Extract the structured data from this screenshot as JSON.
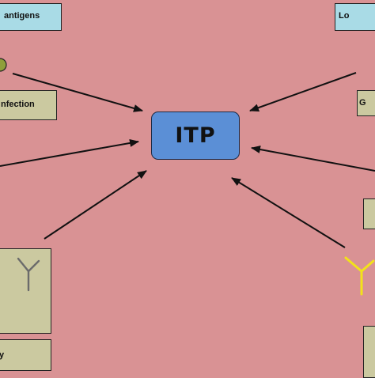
{
  "center": {
    "label": "ITP"
  },
  "boxes": {
    "top_left": "antigens",
    "top_right": "Lo",
    "mid_left": "nfection",
    "mid_right": "G",
    "bottom_left": "y"
  },
  "colors": {
    "background": "#d99294",
    "center_fill": "#5b8fd6",
    "label_box_blue": "#a9dbe6",
    "label_box_khaki": "#cbc9a0",
    "antibody_yellow": "#f2e21a",
    "circle_green": "#8f9f3a"
  },
  "icons": [
    "antibody-icon",
    "antibody-icon-yellow",
    "cell-circle-icon"
  ]
}
